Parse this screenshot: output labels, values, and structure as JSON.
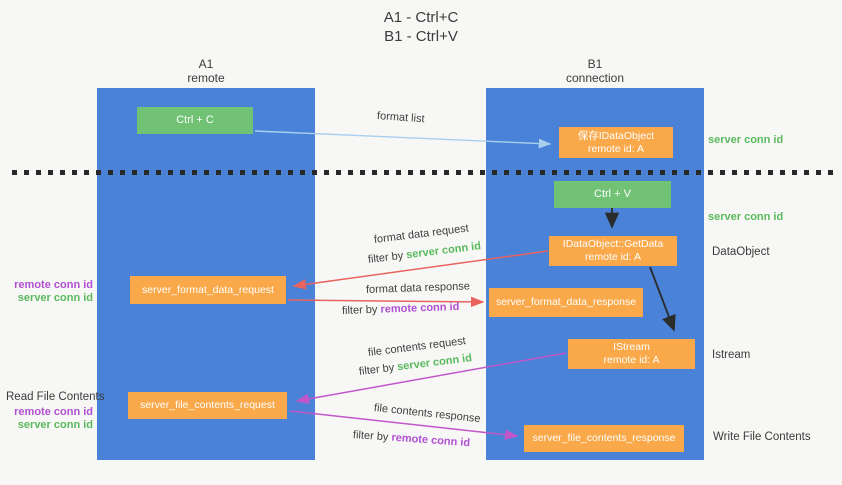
{
  "title": {
    "line1": "A1 - Ctrl+C",
    "line2": "B1 - Ctrl+V"
  },
  "columns": {
    "left": {
      "name": "A1",
      "role": "remote"
    },
    "right": {
      "name": "B1",
      "role": "connection"
    }
  },
  "nodes": {
    "ctrl_c": {
      "label": "Ctrl + C"
    },
    "ctrl_v": {
      "label": "Ctrl + V"
    },
    "save_dataobject": {
      "line1": "保存IDataObject",
      "line2": "remote id: A"
    },
    "getdata": {
      "line1": "IDataObject::GetData",
      "line2": "remote id: A"
    },
    "istream": {
      "line1": "IStream",
      "line2": "remote id: A"
    },
    "server_format_data_request": {
      "label": "server_format_data_request"
    },
    "server_format_data_response": {
      "label": "server_format_data_response"
    },
    "server_file_contents_request": {
      "label": "server_file_contents_request"
    },
    "server_file_contents_response": {
      "label": "server_file_contents_response"
    }
  },
  "flows": {
    "format_list": {
      "label": "format list"
    },
    "format_data_request": {
      "label": "format data request",
      "filter_prefix": "filter by",
      "filter_value": "server conn id"
    },
    "format_data_response": {
      "label": "format data response",
      "filter_prefix": "filter by",
      "filter_value": "remote conn id"
    },
    "file_contents_request": {
      "label": "file contents request",
      "filter_prefix": "filter by",
      "filter_value": "server conn id"
    },
    "file_contents_response": {
      "label": "file contents response",
      "filter_prefix": "filter by",
      "filter_value": "remote conn id"
    }
  },
  "side_labels": {
    "left_top_remote": "remote conn id",
    "left_top_server": "server conn id",
    "read_file_contents": "Read File Contents",
    "left_bottom_remote": "remote conn id",
    "left_bottom_server": "server conn id",
    "right_top_server": "server conn id",
    "right_mid_server": "server conn id",
    "dataobject": "DataObject",
    "istream": "Istream",
    "write_file_contents": "Write File Contents"
  },
  "colors": {
    "lane_blue": "#4a82d8",
    "box_green": "#72c276",
    "box_orange": "#f9a84a",
    "green_text": "#5bb95d",
    "purple_text": "#b150d2",
    "red_arrow": "#e8635e",
    "magenta_arrow": "#c157c9",
    "lightblue_arrow": "#a9cfee",
    "black_arrow": "#2b2b2b"
  }
}
